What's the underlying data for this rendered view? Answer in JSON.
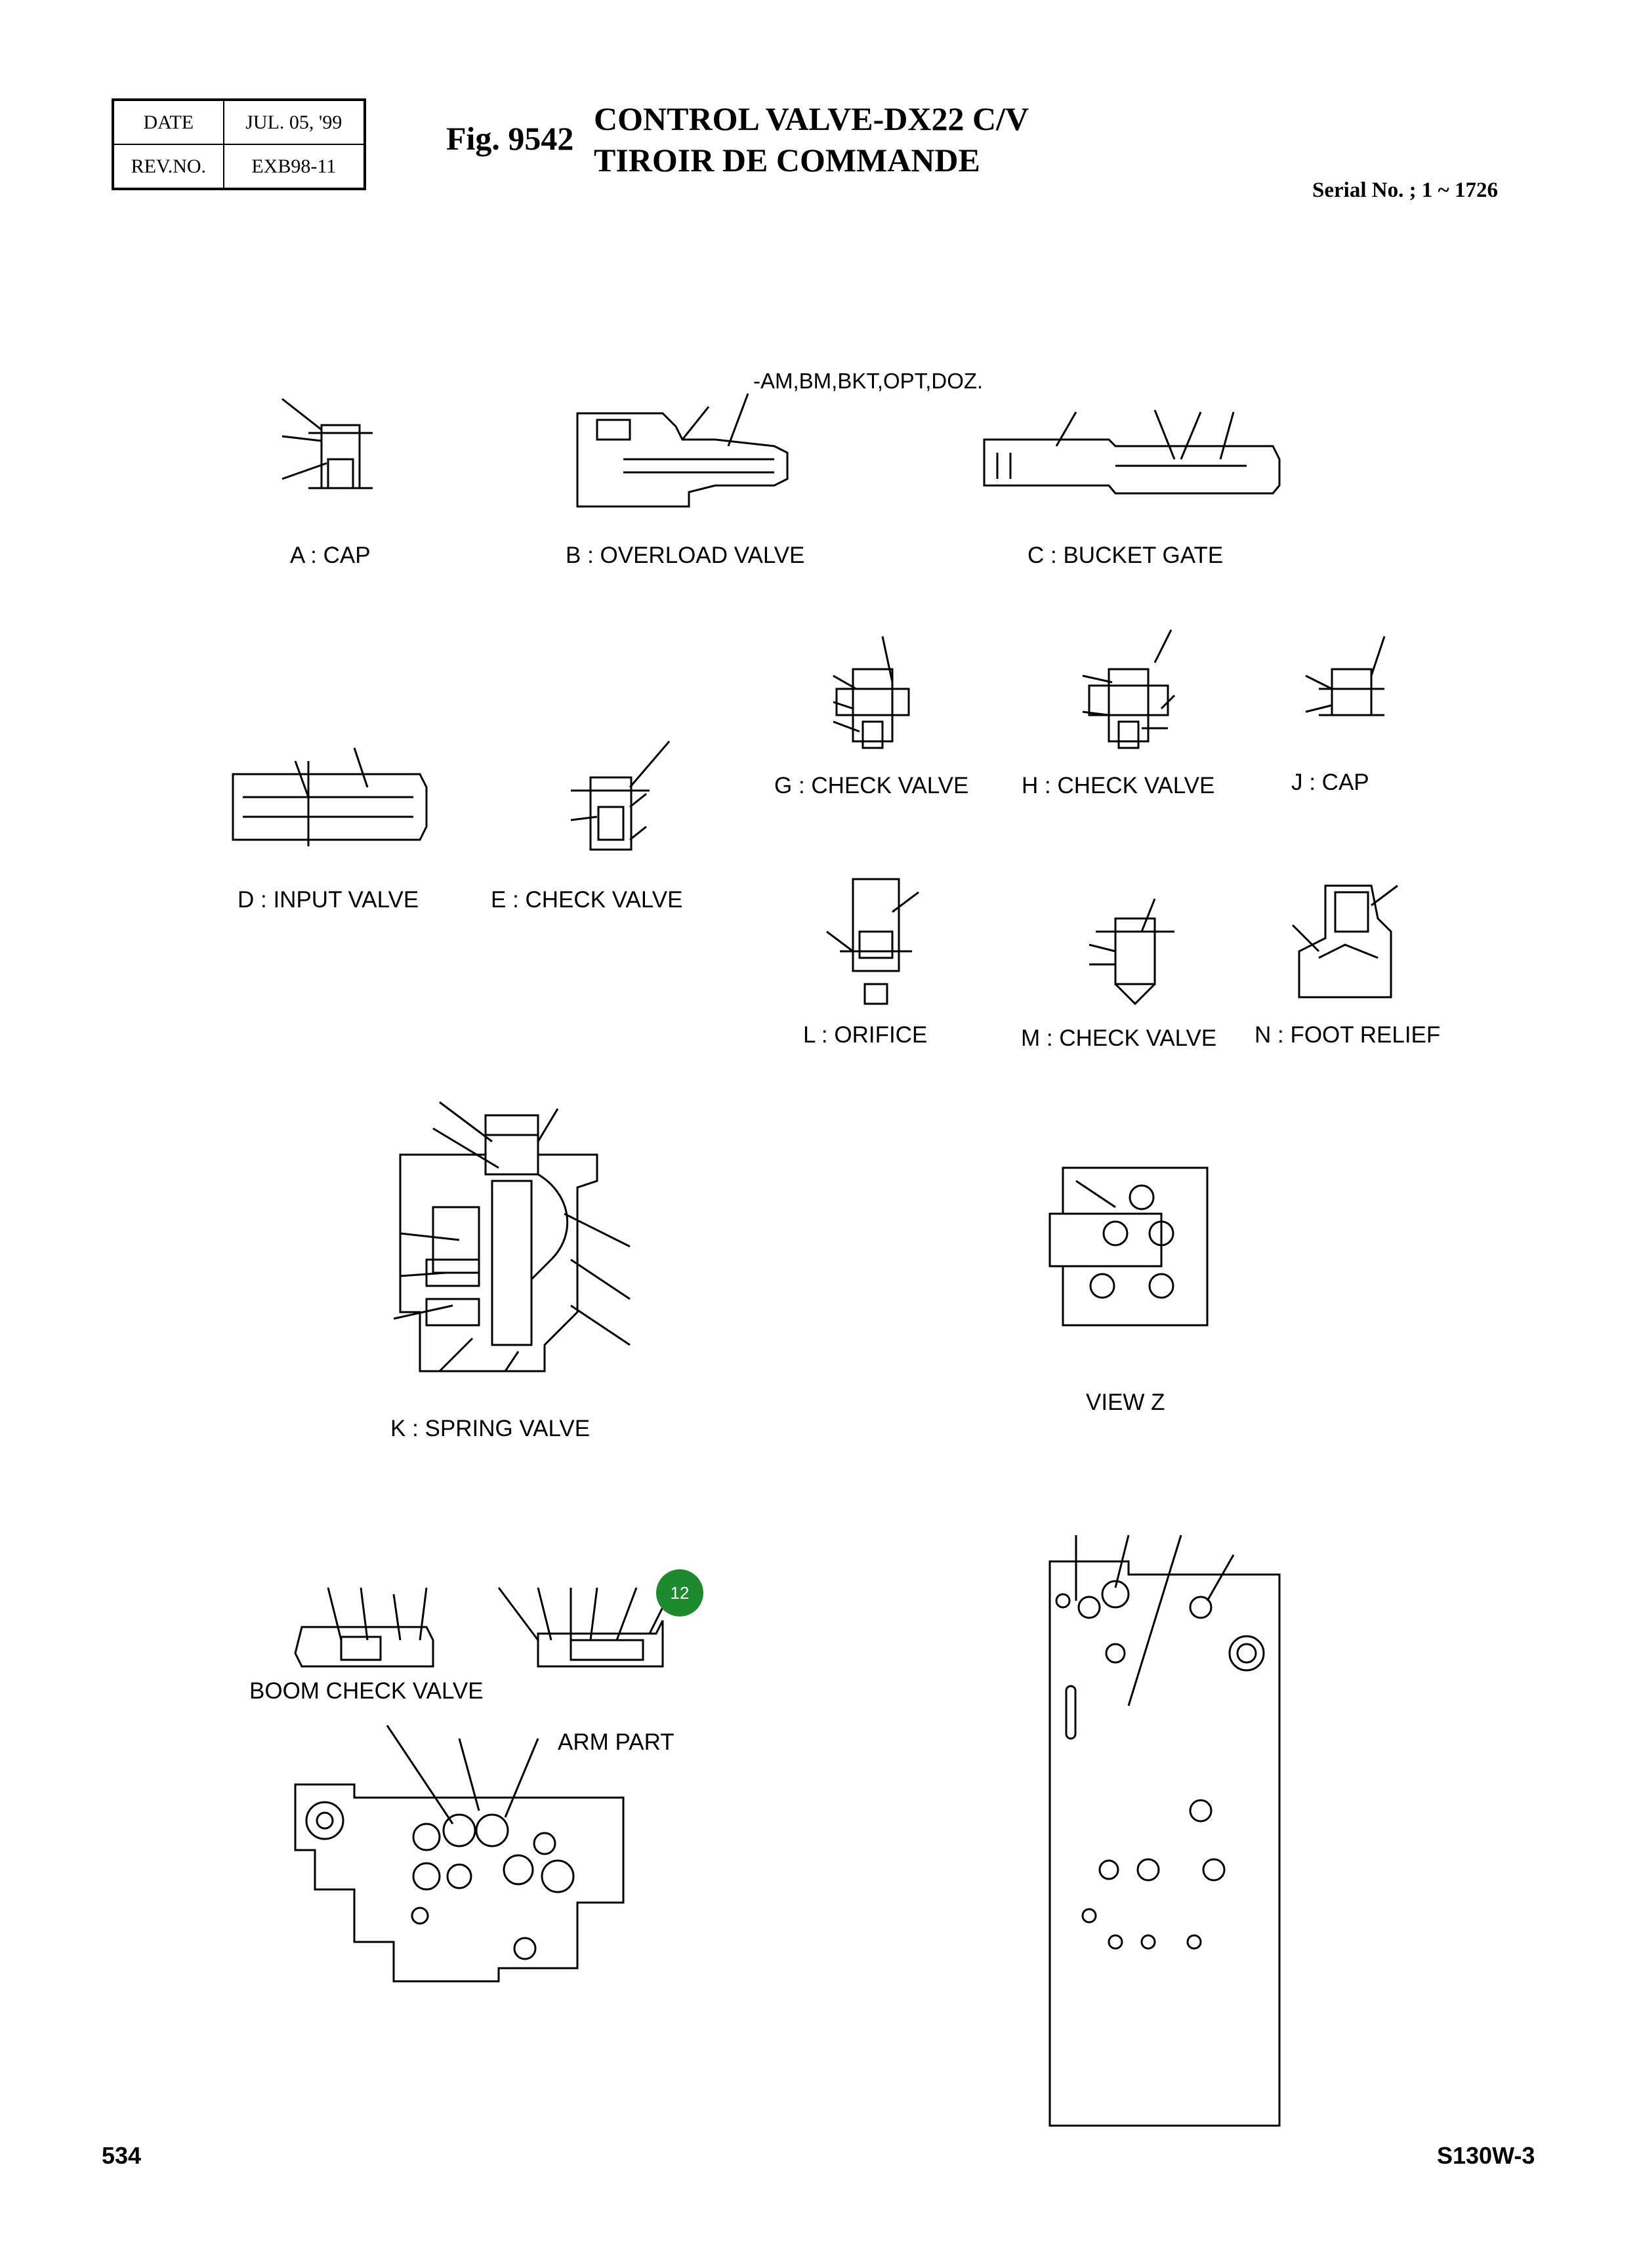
{
  "header": {
    "date_label": "DATE",
    "date_value": "JUL. 05, '99",
    "rev_label": "REV.NO.",
    "rev_value": "EXB98-11",
    "fig": "Fig. 9542",
    "title_en": "CONTROL VALVE-DX22 C/V",
    "title_fr": "TIROIR DE COMMANDE",
    "serial": "Serial No. ; 1 ~ 1726"
  },
  "labels": {
    "overload_note": "-AM,BM,BKT,OPT,DOZ.",
    "a": "A : CAP",
    "b": "B : OVERLOAD VALVE",
    "c": "C : BUCKET GATE",
    "g": "G : CHECK VALVE",
    "h": "H : CHECK VALVE",
    "j": "J : CAP",
    "d": "D : INPUT VALVE",
    "e": "E : CHECK VALVE",
    "l": "L : ORIFICE",
    "m": "M : CHECK VALVE",
    "n": "N : FOOT RELIEF",
    "k": "K : SPRING VALVE",
    "view_z": "VIEW  Z",
    "boom_check": "BOOM CHECK VALVE",
    "arm_part": "ARM PART"
  },
  "callout": {
    "number": "12",
    "color": "#1e8a2e"
  },
  "footer": {
    "page": "534",
    "model": "S130W-3"
  }
}
